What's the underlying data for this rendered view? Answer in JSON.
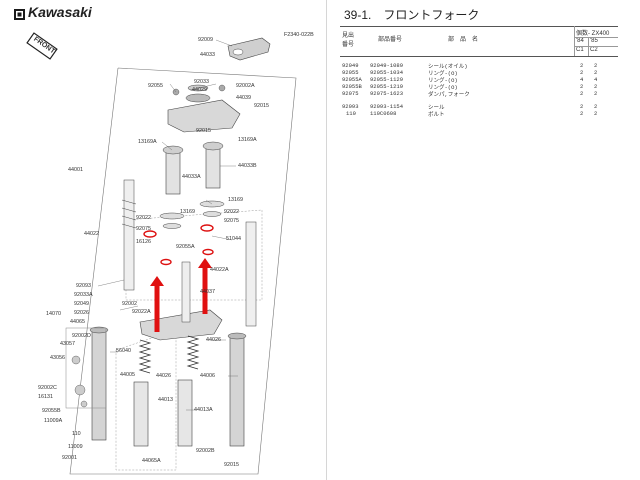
{
  "brand": {
    "name": "Kawasaki"
  },
  "diagram": {
    "ref_code": "F2340-022B",
    "stamp": "FRONT",
    "labels": [
      "92009",
      "44033",
      "92033",
      "92002A",
      "44029",
      "44039",
      "92055",
      "92015",
      "92015",
      "13169A",
      "13169A",
      "44033A",
      "44033B",
      "44001",
      "13169",
      "13169",
      "92022",
      "92022",
      "92075",
      "92075",
      "44022",
      "16126",
      "92055A",
      "51044",
      "44022A",
      "92093",
      "92033A",
      "44037",
      "92049",
      "92002",
      "92026",
      "92022A",
      "44065",
      "14070",
      "92002D",
      "43057",
      "56040",
      "43056",
      "44026",
      "44005",
      "44026",
      "44006",
      "92002C",
      "16131",
      "44013",
      "44013A",
      "92055B",
      "11009A",
      "110",
      "11009",
      "44065A",
      "92002B",
      "92001",
      "92015"
    ]
  },
  "section": {
    "title": "39-1.　フロントフォーク"
  },
  "table": {
    "col_ref": [
      "見出",
      "番号"
    ],
    "col_part": "部品番号",
    "col_name": "部　品　名",
    "col_qty": "個数- ZX400",
    "years": [
      "'84",
      "'85"
    ],
    "models": [
      "C1",
      "C2"
    ],
    "rows": [
      {
        "ref": "92049",
        "part": "92049-1089",
        "name": "シール(オイル)",
        "q1": "2",
        "q2": "2"
      },
      {
        "ref": "92055",
        "part": "92055-1034",
        "name": "リング-(O)",
        "q1": "2",
        "q2": "2"
      },
      {
        "ref": "92055A",
        "part": "92055-1129",
        "name": "リング-(O)",
        "q1": "4",
        "q2": "4"
      },
      {
        "ref": "92055B",
        "part": "92055-1219",
        "name": "リング-(O)",
        "q1": "2",
        "q2": "2"
      },
      {
        "ref": "92075",
        "part": "92075-1623",
        "name": "ダンパ,フォーク",
        "q1": "2",
        "q2": "2"
      },
      {
        "ref": "92093",
        "part": "92093-1154",
        "name": "シール",
        "q1": "2",
        "q2": "2"
      },
      {
        "ref": "110",
        "part": "110C0608",
        "name": "ボルト",
        "q1": "2",
        "q2": "2"
      }
    ]
  }
}
